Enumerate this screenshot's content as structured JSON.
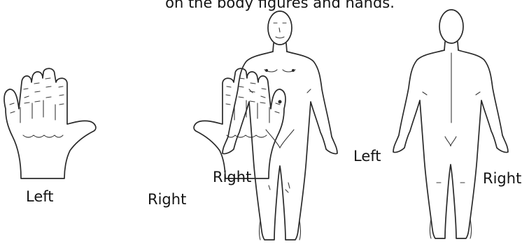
{
  "caption": "on the body figures and hands.",
  "labels": {
    "left_hand": "Left",
    "right_hand": "Right",
    "front_body_right": "Right",
    "back_body_left": "Left",
    "back_body_right": "Right"
  }
}
